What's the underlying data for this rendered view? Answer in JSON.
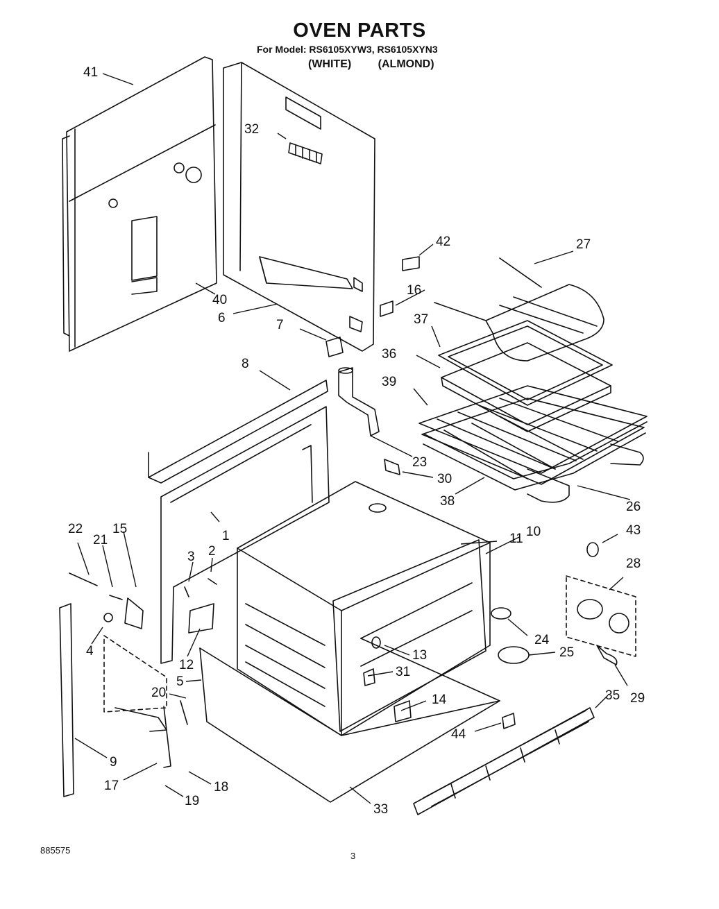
{
  "header": {
    "title": "OVEN PARTS",
    "model_line": "For Model: RS6105XYW3, RS6105XYN3",
    "color_white": "(WHITE)",
    "color_almond": "(ALMOND)"
  },
  "callouts": [
    "41",
    "32",
    "42",
    "27",
    "40",
    "6",
    "16",
    "37",
    "7",
    "36",
    "8",
    "39",
    "23",
    "30",
    "38",
    "26",
    "22",
    "21",
    "15",
    "1",
    "3",
    "2",
    "11",
    "10",
    "43",
    "28",
    "4",
    "12",
    "24",
    "13",
    "31",
    "25",
    "5",
    "20",
    "14",
    "35",
    "29",
    "9",
    "44",
    "17",
    "18",
    "19",
    "33"
  ],
  "footer": {
    "doc_number": "885575",
    "page": "3"
  }
}
